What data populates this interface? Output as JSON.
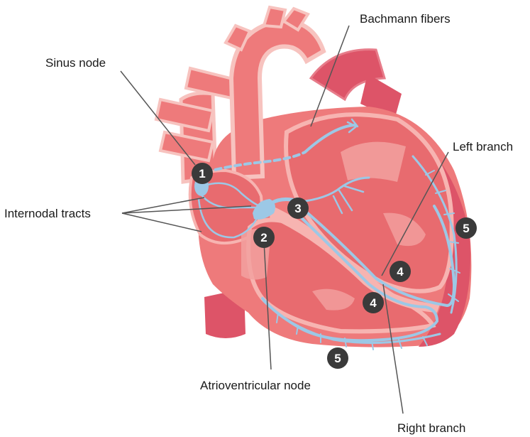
{
  "labels": {
    "sinus_node": "Sinus node",
    "bachmann_fibers": "Bachmann fibers",
    "internodal_tracts": "Internodal tracts",
    "left_branch": "Left branch",
    "atrioventricular_node": "Atrioventricular node",
    "right_branch": "Right branch"
  },
  "badges": {
    "sinus_node": "1",
    "av_node": "2",
    "his_bundle": "3",
    "left_bundle_branch": "4",
    "right_bundle_branch": "4",
    "purkinje_right": "5",
    "purkinje_bottom": "5"
  },
  "colors": {
    "tissue": "#ee7a7b",
    "tissue_light": "#f7b4b1",
    "tissue_dark": "#dd5468",
    "chamber": "#e86b6f",
    "chamber_inner": "#f2a1a0",
    "conduction": "#9cc8e6",
    "badge": "#3a3a3a"
  }
}
